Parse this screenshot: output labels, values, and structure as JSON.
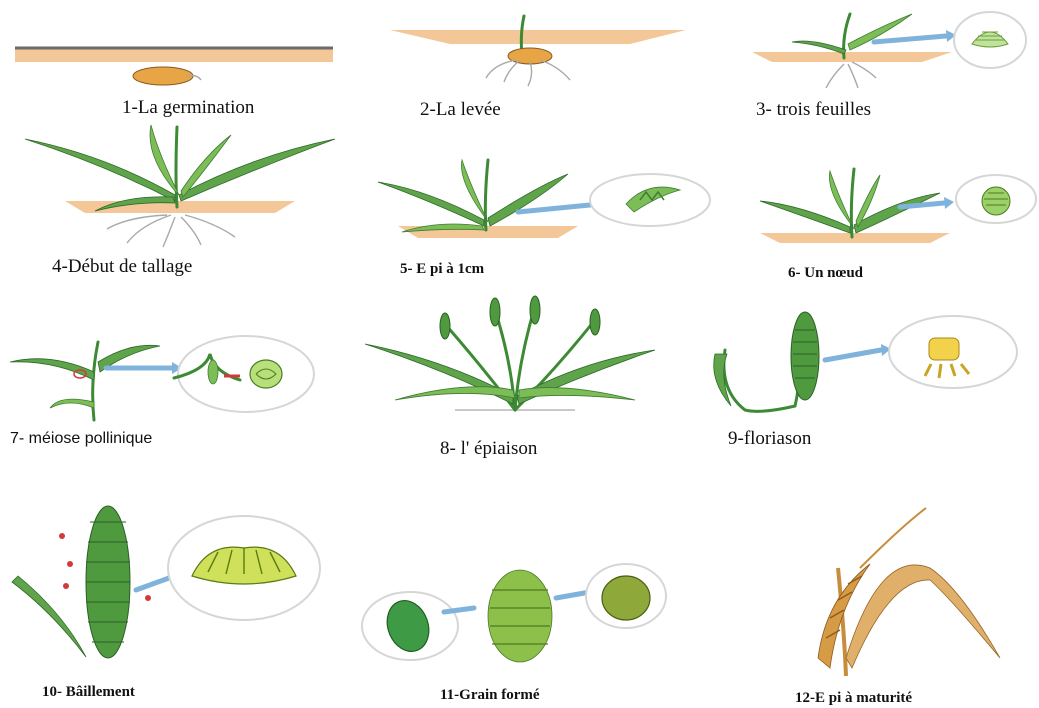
{
  "stages": [
    {
      "label": "1-La germination"
    },
    {
      "label": "2-La levée"
    },
    {
      "label": "3- trois feuilles"
    },
    {
      "label": "4-Début de tallage"
    },
    {
      "label": "5- E pi à 1cm"
    },
    {
      "label": "6- Un nœud"
    },
    {
      "label": "7- méiose pollinique"
    },
    {
      "label": "8- l' épiaison"
    },
    {
      "label": "9-floriason"
    },
    {
      "label": "10- Bâillement"
    },
    {
      "label": "11-Grain formé"
    },
    {
      "label": "12-E pi à maturité"
    }
  ]
}
